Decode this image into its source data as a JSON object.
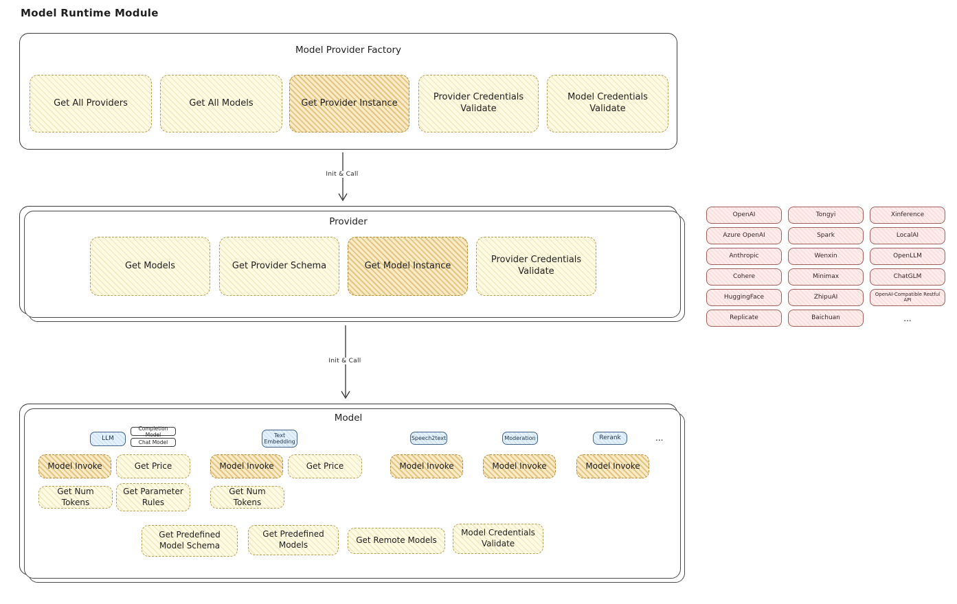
{
  "page_title": "Model Runtime Module",
  "colors": {
    "yellow_fill": "#fdfae3",
    "yellow_border": "#b2a159",
    "orange_fill": "#f8ebc6",
    "orange_border": "#b08c3c",
    "pink_fill": "#fdecea",
    "pink_border": "#a05f5c",
    "blue_fill": "#e4f1fa",
    "blue_border": "#44638c",
    "container_border": "#3a3a3a"
  },
  "factory": {
    "title": "Model Provider Factory",
    "items": [
      {
        "label": "Get All Providers"
      },
      {
        "label": "Get All Models"
      },
      {
        "label": "Get Provider Instance"
      },
      {
        "label": "Provider Credentials Validate"
      },
      {
        "label": "Model Credentials Validate"
      }
    ]
  },
  "arrows": {
    "factory_to_provider": "Init & Call",
    "provider_to_model": "Init & Call"
  },
  "provider": {
    "title": "Provider",
    "items": [
      {
        "label": "Get Models"
      },
      {
        "label": "Get Provider Schema"
      },
      {
        "label": "Get Model Instance"
      },
      {
        "label": "Provider Credentials Validate"
      }
    ]
  },
  "vendors": {
    "items": [
      "OpenAI",
      "Tongyi",
      "Xinference",
      "Azure OpenAI",
      "Spark",
      "LocalAI",
      "Anthropic",
      "Wenxin",
      "OpenLLM",
      "Cohere",
      "Minimax",
      "ChatGLM",
      "HuggingFace",
      "ZhipuAI",
      "OpenAI-Compatible Restful API",
      "Replicate",
      "Baichuan"
    ],
    "more": "..."
  },
  "model": {
    "title": "Model",
    "tabs": {
      "llm": "LLM",
      "completion_model": "Completion Model",
      "chat_model": "Chat Model",
      "text_embedding": "Text Embedding",
      "speech2text": "Speech2text",
      "moderation": "Moderation",
      "rerank": "Rerank",
      "more": "..."
    },
    "llm": {
      "invoke": "Model Invoke",
      "get_price": "Get Price",
      "get_num_tokens": "Get Num Tokens",
      "get_parameter_rules": "Get Parameter Rules"
    },
    "text_embedding": {
      "invoke": "Model Invoke",
      "get_price": "Get Price",
      "get_num_tokens": "Get Num Tokens"
    },
    "speech2text": {
      "invoke": "Model Invoke"
    },
    "moderation": {
      "invoke": "Model Invoke"
    },
    "rerank": {
      "invoke": "Model Invoke"
    },
    "bottom": [
      "Get Predefined Model Schema",
      "Get Predefined Models",
      "Get Remote Models",
      "Model Credentials Validate"
    ]
  }
}
